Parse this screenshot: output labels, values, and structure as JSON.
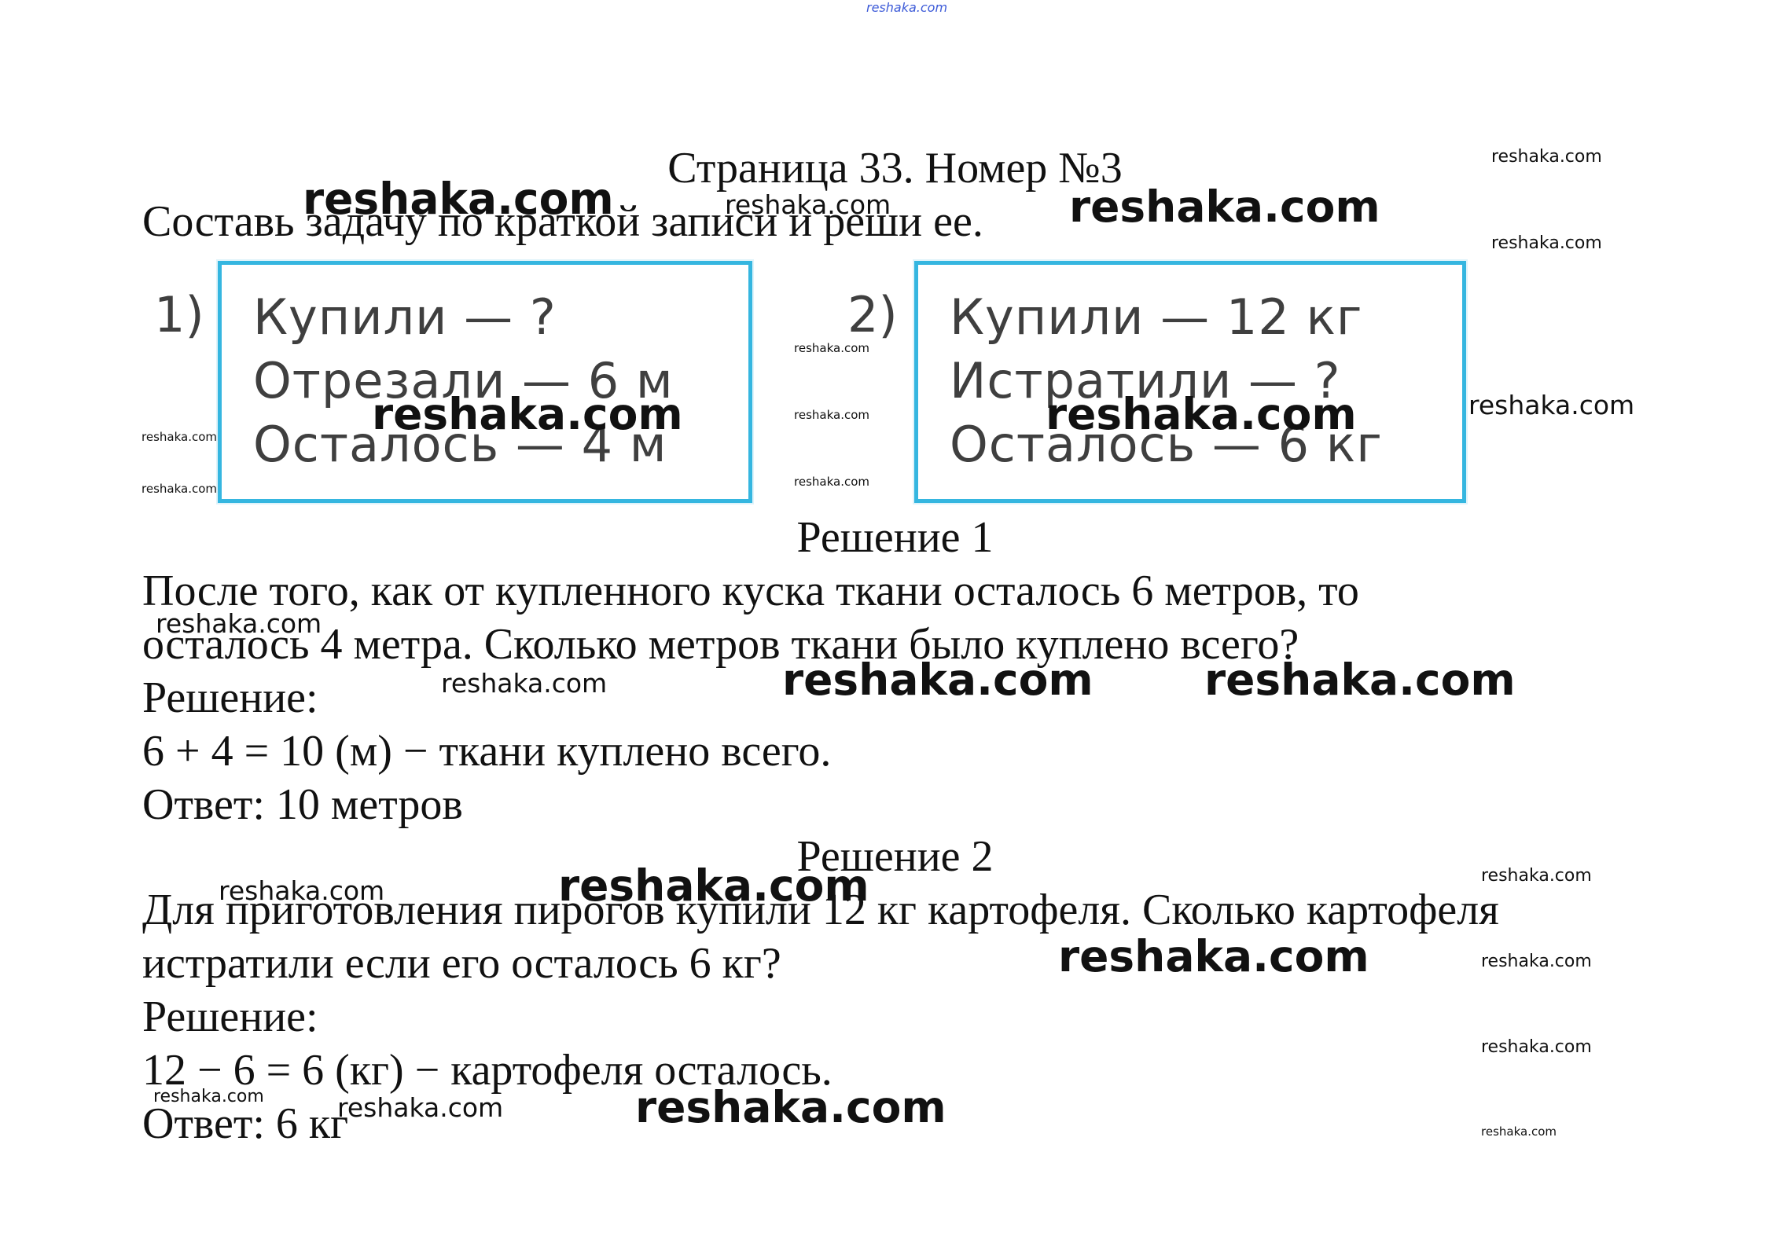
{
  "page": {
    "title": "Страница 33. Номер №3",
    "task": "Составь задачу по краткой записи и реши ее."
  },
  "cards": [
    {
      "number": "1)",
      "rows": [
        "Купили — ?",
        "Отрезали — 6 м",
        "Осталось — 4 м"
      ]
    },
    {
      "number": "2)",
      "rows": [
        "Купили — 12 кг",
        "Истратили — ?",
        "Осталось — 6 кг"
      ]
    }
  ],
  "solution1": {
    "heading": "Решение 1",
    "problem_line1": "После того, как от купленного куска ткани осталось 6 метров, то",
    "problem_line2": "осталось 4 метра. Сколько метров ткани было куплено всего?",
    "solution_label": "Решение:",
    "calculation": "6 + 4 = 10 (м) − ткани куплено всего.",
    "answer": "Ответ: 10 метров"
  },
  "solution2": {
    "heading": "Решение 2",
    "problem_line1": "Для приготовления пирогов купили 12 кг картофеля. Сколько картофеля",
    "problem_line2": "истратили если его осталось 6 кг?",
    "solution_label": "Решение:",
    "calculation": "12 − 6 = 6 (кг) − картофеля осталось.",
    "answer": "Ответ: 6 кг"
  },
  "watermark": {
    "text": "reshaka.com"
  },
  "colors": {
    "card_border": "#35b6e0",
    "watermark_top": "#3d5bd8",
    "text": "#111111"
  }
}
